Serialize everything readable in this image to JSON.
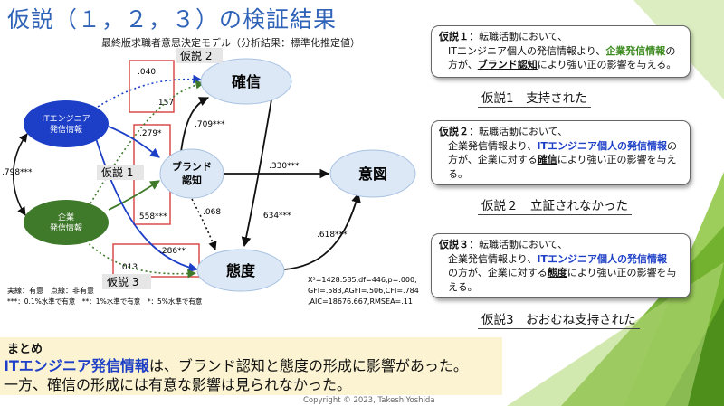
{
  "title": "仮説（１，２，３）の検証結果",
  "subtitle": "最終版求職者意思決定モデル（分析結果：標準化推定値）",
  "nodes": {
    "it_info_line1": "ITエンジニア",
    "it_info_line2": "発信情報",
    "corp_info_line1": "企業",
    "corp_info_line2": "発信情報",
    "brand_line1": "ブランド",
    "brand_line2": "認知",
    "confidence": "確信",
    "attitude": "態度",
    "intention": "意図"
  },
  "path_labels": {
    "it_to_conf": ".040",
    "corp_to_conf": ".157",
    "it_to_brand": ".279*",
    "corp_to_brand": ".558***",
    "brand_to_conf": ".709***",
    "brand_to_att": ".068",
    "it_to_att": ".286**",
    "corp_to_att": ".013",
    "it_corp_cov": ".798***",
    "brand_to_intent": ".330***",
    "conf_to_att": ".634***",
    "att_to_intent": ".618***"
  },
  "hyp_tags": {
    "h1": "仮説 1",
    "h2": "仮説 2",
    "h3": "仮説 3"
  },
  "legend": {
    "line1": "実線：有意　点線：非有意",
    "line2": "***：0.1%水準で有意　**：1%水準で有意　*：5%水準で有意"
  },
  "fit": {
    "line1": "X²=1428.585,df=446,p=.000,",
    "line2": "GFI=.583,AGFI=.506,CFI=.784",
    "line3": ",AIC=18676.667,RMSEA=.11"
  },
  "hypotheses": [
    {
      "label": "仮説１",
      "p1": "：転職活動において、",
      "p2": "ITエンジニア個人の発信情報より、",
      "hl": "企業発信情報",
      "p3": "の",
      "p4": "方が、",
      "key": "ブランド認知",
      "p5": "により強い正の影響を与える。",
      "result": "仮説1　支持された"
    },
    {
      "label": "仮説２",
      "p1": "：転職活動において、",
      "p2": "企業発信情報より、",
      "hl": "ITエンジニア個人の発信情報",
      "p3": "の",
      "p4": "方が、企業に対する",
      "key": "確信",
      "p5": "により強い正の影響を与え",
      "p6": "る。",
      "result": "仮説２　立証されなかった"
    },
    {
      "label": "仮説３",
      "p1": "：転職活動において、",
      "p2": "企業発信情報より、",
      "hl": "ITエンジニア個人の発信情報",
      "p4": "の方が、企業に対する",
      "key": "態度",
      "p5": "により強い正の影響を与",
      "p6": "える。",
      "result": "仮説3　おおむね支持された"
    }
  ],
  "summary": {
    "heading": "まとめ",
    "line1_hl": "ITエンジニア発信情報",
    "line1_rest": "は、ブランド認知と態度の形成に影響があった。",
    "line2": "一方、確信の形成には有意な影響は見られなかった。"
  },
  "copyright": "Copyright © 2023, TakeshiYoshida",
  "colors": {
    "title": "#2f63b8",
    "it_node": "#1d3fc8",
    "corp_node": "#3f7a2a",
    "light_node": "#dce8f5",
    "hyp_frame": "#d94b4b",
    "highlight_blue": "#1d3fc8",
    "highlight_green": "#3a8a1e",
    "summary_bg": "#fbf3d1"
  }
}
